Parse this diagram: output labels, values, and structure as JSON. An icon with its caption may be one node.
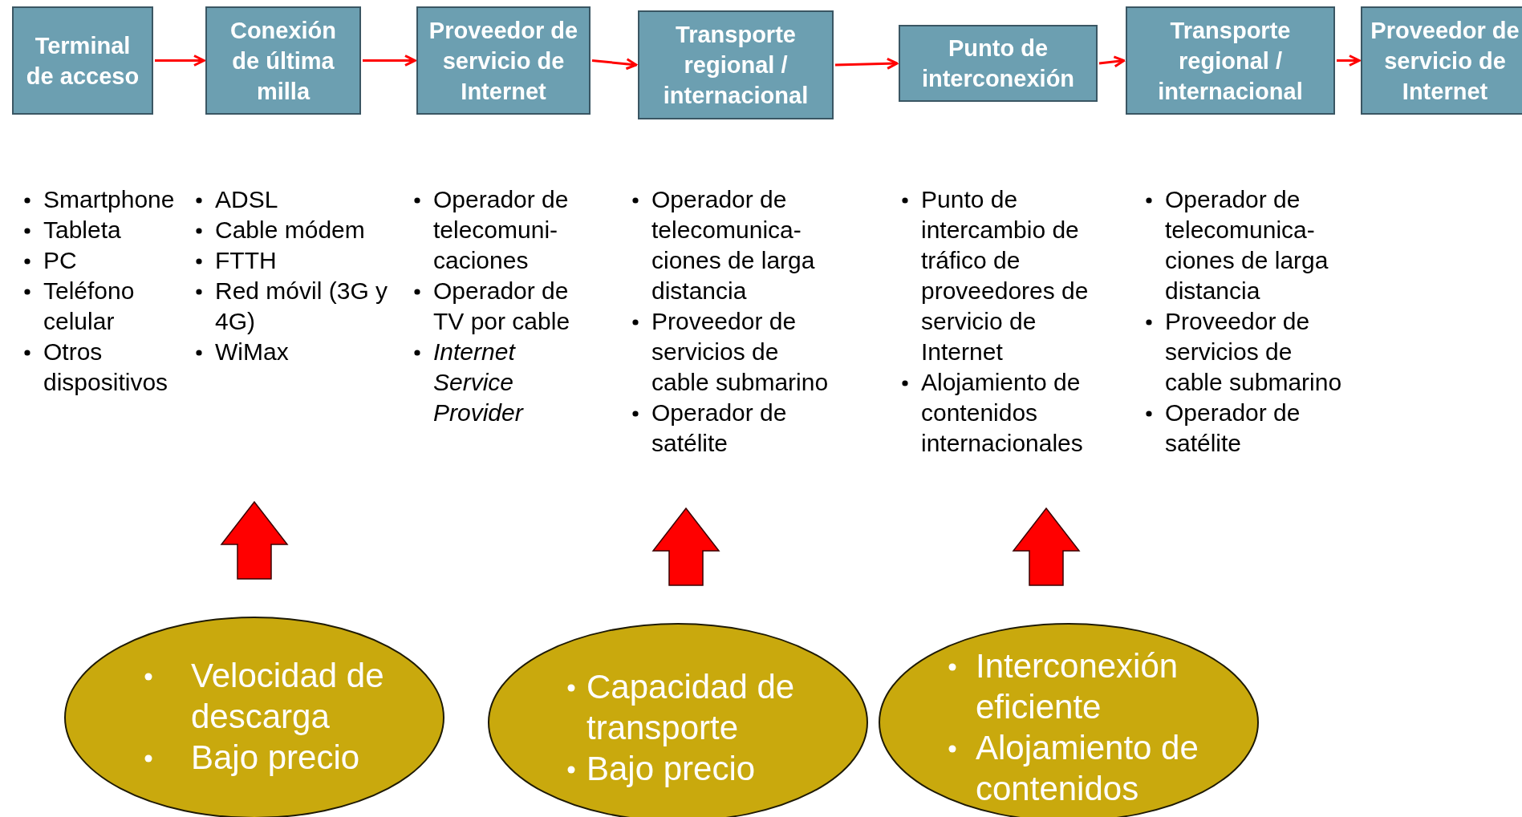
{
  "diagram": {
    "nodes": [
      {
        "text": [
          "Terminal de acceso"
        ],
        "beside": [
          "Smartphone",
          "Tableta",
          "PC",
          "Teléfono celular",
          "Otros dispositivos"
        ]
      },
      {
        "text": [
          "Conexión de última milla"
        ],
        "beside": [
          "ADSL",
          "Cable módem",
          "FTTH",
          "Red móvil (3G y 4G)",
          "WiMax"
        ]
      },
      {
        "text": [
          "Proveedor de servicio de Internet"
        ],
        "beside": [
          "Operador de telecomuni- caciones",
          "Operador de TV por cable",
          "*Internet Service Provider*"
        ]
      },
      {
        "text": [
          "Transporte regional / internacional"
        ],
        "beside": [
          "Operador de telecomunica- ciones de larga distancia",
          "Proveedor de servicios de cable submarino",
          "Operador de satélite"
        ]
      },
      {
        "text": [
          "Punto de interconexión"
        ],
        "beside": [
          "Punto de intercambio de tráfico de proveedores de servicio de Internet",
          "Alojamiento de contenidos internacionales"
        ]
      },
      {
        "text": [
          "Transporte regional / internacional"
        ],
        "beside": [
          "Operador de telecomunica- ciones de larga distancia",
          "Proveedor de servicios de cable submarino",
          "Operador de satélite"
        ]
      },
      {
        "text": [
          "Proveedor de servicio de Internet"
        ]
      },
      {
        "text": [
          "Velocidad de descarga",
          "Bajo precio"
        ]
      },
      {
        "text": [
          "Capacidad de transporte",
          "Bajo precio"
        ]
      },
      {
        "text": [
          "Interconexión eficiente",
          "Alojamiento de contenidos"
        ]
      }
    ],
    "edges": [
      {
        "from": 0,
        "to": 1,
        "arrow": "to"
      },
      {
        "from": 1,
        "to": 2,
        "arrow": "to"
      },
      {
        "from": 2,
        "to": 3,
        "arrow": "to"
      },
      {
        "from": 3,
        "to": 4,
        "arrow": "to"
      },
      {
        "from": 4,
        "to": 5,
        "arrow": "to"
      },
      {
        "from": 5,
        "to": 6,
        "arrow": "to"
      },
      {
        "from": 7,
        "to": null,
        "arrow": "to",
        "style": "thick"
      },
      {
        "from": 8,
        "to": null,
        "arrow": "to",
        "style": "thick"
      },
      {
        "from": 9,
        "to": null,
        "arrow": "to",
        "style": "thick"
      }
    ]
  }
}
